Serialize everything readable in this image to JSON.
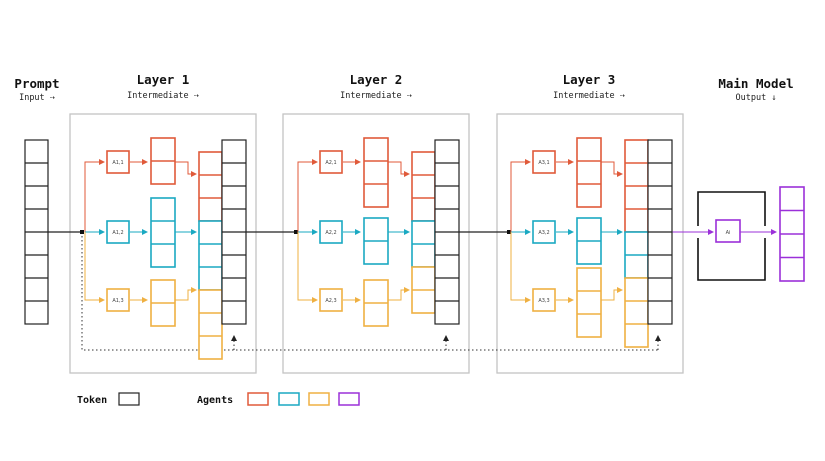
{
  "headers": {
    "prompt": {
      "title": "Prompt",
      "sub": "Input ⇢"
    },
    "layer1": {
      "title": "Layer 1",
      "sub": "Intermediate ⇢"
    },
    "layer2": {
      "title": "Layer 2",
      "sub": "Intermediate ⇢"
    },
    "layer3": {
      "title": "Layer 3",
      "sub": "Intermediate ⇢"
    },
    "main": {
      "title": "Main Model",
      "sub": "Output ↓"
    }
  },
  "agent_labels": {
    "l1": [
      "A1,1",
      "A1,2",
      "A1,3"
    ],
    "l2": [
      "A2,1",
      "A2,2",
      "A2,3"
    ],
    "l3": [
      "A3,1",
      "A3,2",
      "A3,3"
    ],
    "main": "Ai"
  },
  "legend": {
    "token": "Token",
    "agents": "Agents"
  },
  "colors": {
    "red": "#e05a3a",
    "teal": "#1aa9c2",
    "orange": "#efb042",
    "purple": "#9b30d9",
    "token": "#222222",
    "frame": "#c4c4c4"
  },
  "token_counts": {
    "prompt": 8,
    "layer_stack": 8
  }
}
